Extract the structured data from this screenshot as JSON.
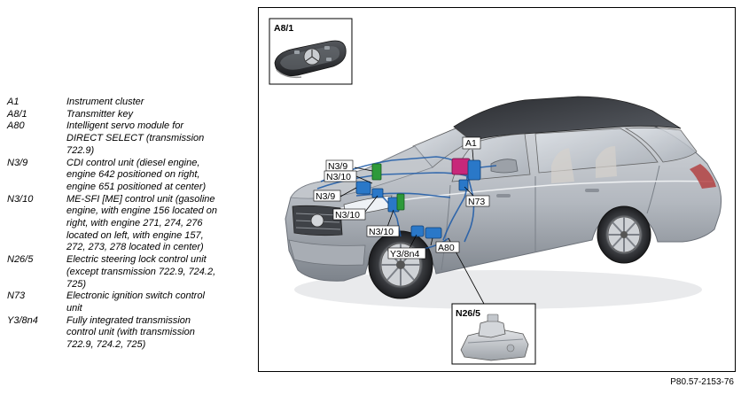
{
  "legend": {
    "items": [
      {
        "code": "A1",
        "lines": [
          "Instrument cluster"
        ]
      },
      {
        "code": "A8/1",
        "lines": [
          "Transmitter key"
        ]
      },
      {
        "code": "A80",
        "lines": [
          "Intelligent servo module for",
          "DIRECT SELECT (transmission",
          "722.9)"
        ]
      },
      {
        "code": "N3/9",
        "lines": [
          "CDI control unit (diesel engine,",
          "engine 642 positioned on right,",
          "engine 651 positioned at center)"
        ]
      },
      {
        "code": "N3/10",
        "lines": [
          "ME-SFI [ME] control unit (gasoline",
          "engine, with engine 156 located on",
          "right, with engine 271, 274, 276",
          "located on left, with engine 157,",
          "272, 273, 278 located in center)"
        ]
      },
      {
        "code": "N26/5",
        "lines": [
          "Electric steering lock control unit",
          "(except transmission 722.9, 724.2,",
          "725)"
        ]
      },
      {
        "code": "N73",
        "lines": [
          "Electronic ignition switch control",
          "unit"
        ]
      },
      {
        "code": "Y3/8n4",
        "lines": [
          "Fully integrated transmission",
          "control unit (with transmission",
          "722.9, 724.2, 725)"
        ]
      }
    ]
  },
  "figure": {
    "inset_key_label": "A8/1",
    "inset_lock_label": "N26/5",
    "callouts": {
      "a1": "A1",
      "n3_9_top": "N3/9",
      "n3_10_top": "N3/10",
      "n3_9": "N3/9",
      "n3_10_mid": "N3/10",
      "n73": "N73",
      "n3_10_low": "N3/10",
      "y3_8n4": "Y3/8n4",
      "a80": "A80"
    },
    "reference": "P80.57-2153-76",
    "colors": {
      "car_body": "#b9bdc3",
      "car_dark": "#5a5e64",
      "module_blue": "#2a78c8",
      "module_green": "#2e9a3a",
      "module_magenta": "#c8287a",
      "wiring": "#1c5aa8"
    }
  }
}
